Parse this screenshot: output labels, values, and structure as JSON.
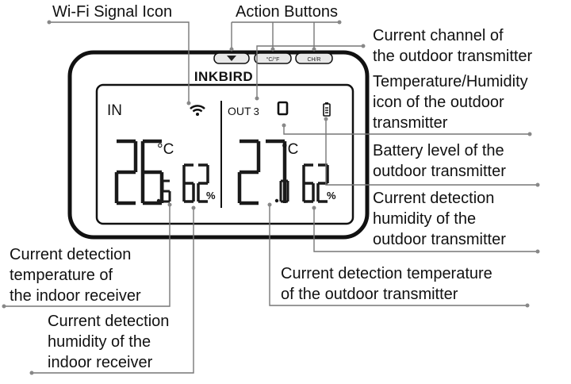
{
  "device": {
    "brand": "INKBIRD",
    "indoor": {
      "label": "IN",
      "temp_int": "26",
      "temp_dec": "5",
      "unit": "°C",
      "humidity": "62",
      "hum_unit": "%"
    },
    "outdoor": {
      "label": "OUT",
      "channel": "3",
      "temp_int": "27",
      "temp_dec": "0",
      "unit": "°C",
      "humidity": "62",
      "hum_unit": "%"
    },
    "buttons": [
      {
        "name": "down-button",
        "glyph": "▼"
      },
      {
        "name": "celsius-fahrenheit-button",
        "glyph": "°C/°F"
      },
      {
        "name": "channel-button",
        "glyph": "CH/R"
      }
    ]
  },
  "labels": {
    "wifi": "Wi-Fi Signal Icon",
    "action_buttons": "Action Buttons",
    "channel": [
      "Current channel of",
      "the outdoor transmitter"
    ],
    "th_icon": [
      "Temperature/Humidity",
      "icon of the outdoor",
      "transmitter"
    ],
    "battery": [
      "Battery level of the",
      "outdoor transmitter"
    ],
    "out_humidity": [
      "Current detection",
      "humidity of the",
      "outdoor transmitter"
    ],
    "out_temp": [
      "Current detection temperature",
      "of the outdoor transmitter"
    ],
    "in_temp": [
      "Current detection",
      "temperature of",
      "the indoor receiver"
    ],
    "in_humidity": [
      "Current detection",
      "humidity of the",
      "indoor receiver"
    ]
  }
}
